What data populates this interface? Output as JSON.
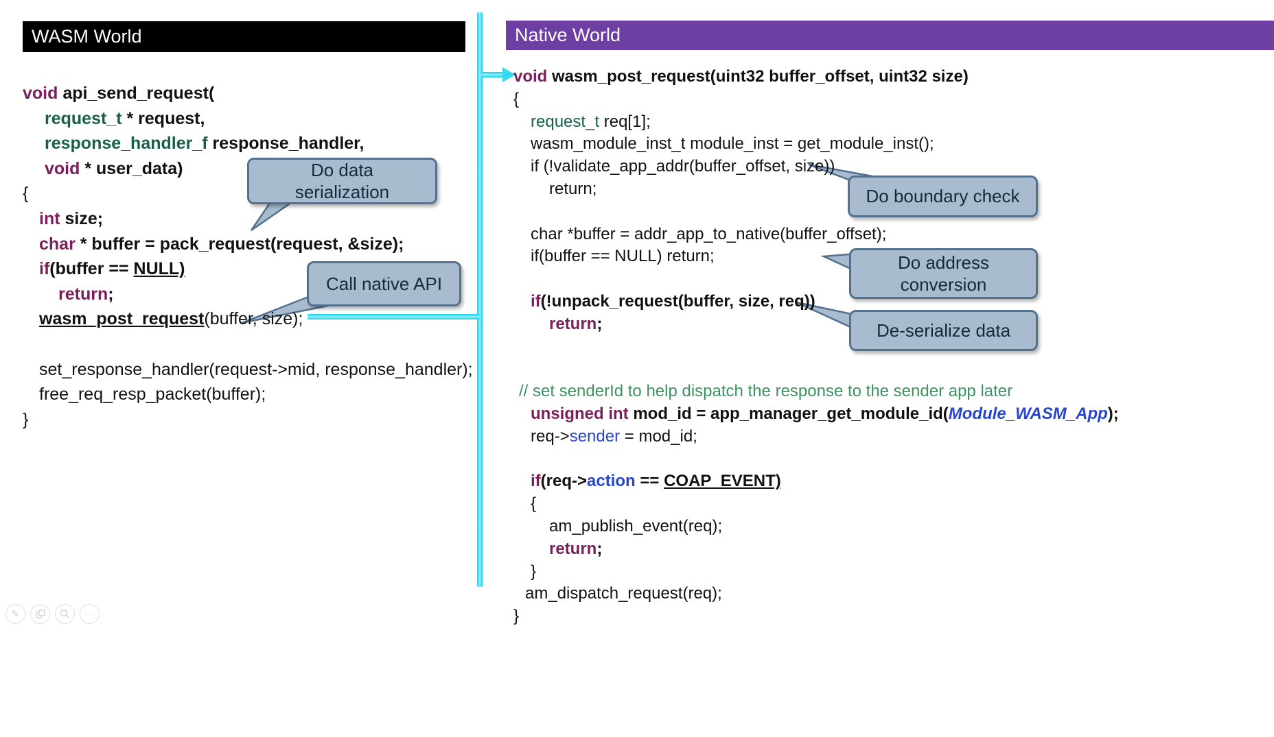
{
  "left_panel": {
    "header": "WASM World",
    "code": {
      "lines": [
        {
          "ind": 0,
          "segs": [
            {
              "t": "void",
              "s": "kw"
            },
            {
              "t": " api_send_request(",
              "s": "b"
            }
          ]
        },
        {
          "ind": 32,
          "segs": [
            {
              "t": "request_t",
              "s": "ty"
            },
            {
              "t": " * request,",
              "s": "b"
            }
          ]
        },
        {
          "ind": 32,
          "segs": [
            {
              "t": "response_handler_f",
              "s": "ty"
            },
            {
              "t": " response_handler,",
              "s": "b"
            }
          ]
        },
        {
          "ind": 32,
          "segs": [
            {
              "t": "void",
              "s": "kw"
            },
            {
              "t": " * user_data)",
              "s": "b"
            }
          ]
        },
        {
          "ind": 0,
          "segs": [
            {
              "t": "{",
              "s": "n"
            }
          ]
        },
        {
          "ind": 24,
          "segs": [
            {
              "t": "int",
              "s": "kw"
            },
            {
              "t": " size;",
              "s": "b"
            }
          ]
        },
        {
          "ind": 24,
          "segs": [
            {
              "t": "char",
              "s": "kw"
            },
            {
              "t": " * buffer = pack_request(request, &size);",
              "s": "b"
            }
          ]
        },
        {
          "ind": 24,
          "segs": [
            {
              "t": "if",
              "s": "kw"
            },
            {
              "t": "(buffer == ",
              "s": "b"
            },
            {
              "t": "NULL)",
              "s": "u"
            }
          ]
        },
        {
          "ind": 52,
          "segs": [
            {
              "t": "return",
              "s": "kw"
            },
            {
              "t": ";",
              "s": "b"
            }
          ]
        },
        {
          "ind": 24,
          "segs": [
            {
              "t": "wasm_post_request",
              "s": "u"
            },
            {
              "t": "(buffer, size);",
              "s": "n"
            }
          ]
        },
        {
          "ind": 0,
          "segs": []
        },
        {
          "ind": 24,
          "segs": [
            {
              "t": "set_response_handler(request->mid, response_handler);",
              "s": "n"
            }
          ]
        },
        {
          "ind": 24,
          "segs": [
            {
              "t": "free_req_resp_packet(buffer);",
              "s": "n"
            }
          ]
        },
        {
          "ind": 0,
          "segs": [
            {
              "t": "}",
              "s": "n"
            }
          ]
        }
      ]
    }
  },
  "right_panel": {
    "header": "Native World",
    "code": {
      "lines": [
        {
          "ind": 0,
          "segs": [
            {
              "t": "void",
              "s": "kw"
            },
            {
              "t": " wasm_post_request(uint32 buffer_offset, uint32 size)",
              "s": "b"
            }
          ]
        },
        {
          "ind": 0,
          "segs": [
            {
              "t": "{",
              "s": "n"
            }
          ]
        },
        {
          "ind": 25,
          "segs": [
            {
              "t": "request_t",
              "s": "tyn"
            },
            {
              "t": " req[1];",
              "s": "n"
            }
          ]
        },
        {
          "ind": 25,
          "segs": [
            {
              "t": "wasm_module_inst_t module_inst = get_module_inst();",
              "s": "n"
            }
          ]
        },
        {
          "ind": 25,
          "segs": [
            {
              "t": "if (!validate_app_addr(buffer_offset, size))",
              "s": "n"
            }
          ]
        },
        {
          "ind": 52,
          "segs": [
            {
              "t": "return;",
              "s": "n"
            }
          ]
        },
        {
          "ind": 0,
          "segs": []
        },
        {
          "ind": 25,
          "segs": [
            {
              "t": "char *buffer = addr_app_to_native(buffer_offset);",
              "s": "n"
            }
          ]
        },
        {
          "ind": 25,
          "segs": [
            {
              "t": "if(buffer == NULL) return;",
              "s": "n"
            }
          ]
        },
        {
          "ind": 0,
          "segs": []
        },
        {
          "ind": 25,
          "segs": [
            {
              "t": "if",
              "s": "kw"
            },
            {
              "t": "(!unpack_request(buffer, size, req))",
              "s": "b"
            }
          ]
        },
        {
          "ind": 52,
          "segs": [
            {
              "t": "return",
              "s": "kw"
            },
            {
              "t": ";",
              "s": "b"
            }
          ]
        },
        {
          "ind": 0,
          "segs": []
        },
        {
          "ind": 0,
          "segs": []
        },
        {
          "ind": 8,
          "segs": [
            {
              "t": "// set senderId to help dispatch the response to the sender app later",
              "s": "cm"
            }
          ]
        },
        {
          "ind": 25,
          "segs": [
            {
              "t": "unsigned int",
              "s": "kw"
            },
            {
              "t": " mod_id = app_manager_get_module_id(",
              "s": "b"
            },
            {
              "t": "Module_WASM_App",
              "s": "bli"
            },
            {
              "t": ");",
              "s": "b"
            }
          ]
        },
        {
          "ind": 25,
          "segs": [
            {
              "t": "req->",
              "s": "n"
            },
            {
              "t": "sender",
              "s": "bl"
            },
            {
              "t": " = mod_id;",
              "s": "n"
            }
          ]
        },
        {
          "ind": 0,
          "segs": []
        },
        {
          "ind": 25,
          "segs": [
            {
              "t": "if",
              "s": "kw"
            },
            {
              "t": "(req->",
              "s": "b"
            },
            {
              "t": "action",
              "s": "blb"
            },
            {
              "t": " == ",
              "s": "b"
            },
            {
              "t": "COAP_EVENT)",
              "s": "u"
            }
          ]
        },
        {
          "ind": 25,
          "segs": [
            {
              "t": "{",
              "s": "n"
            }
          ]
        },
        {
          "ind": 52,
          "segs": [
            {
              "t": "am_publish_event(req);",
              "s": "n"
            }
          ]
        },
        {
          "ind": 52,
          "segs": [
            {
              "t": "return",
              "s": "kw"
            },
            {
              "t": ";",
              "s": "b"
            }
          ]
        },
        {
          "ind": 25,
          "segs": [
            {
              "t": "}",
              "s": "n"
            }
          ]
        },
        {
          "ind": 17,
          "segs": [
            {
              "t": "am_dispatch_request(req);",
              "s": "n"
            }
          ]
        },
        {
          "ind": 0,
          "segs": [
            {
              "t": "}",
              "s": "n"
            }
          ]
        }
      ]
    }
  },
  "callouts": {
    "data_serialization": "Do data\nserialization",
    "call_native_api": "Call native API",
    "boundary_check": "Do boundary check",
    "address_conversion": "Do address\nconversion",
    "deserialize": "De-serialize data"
  },
  "controls": {
    "pen_glyph": "✎",
    "more_glyph": "⋯"
  },
  "colors": {
    "wasm_header_bg": "#000000",
    "native_header_bg": "#6e3fa3",
    "keyword": "#7b1e5b",
    "type_green": "#17604a",
    "comment_green": "#3e9160",
    "identifier_blue": "#2746cf",
    "bubble_fill": "#a9bccf",
    "bubble_border": "#53718f",
    "connector_cyan": "#35d9f2"
  }
}
